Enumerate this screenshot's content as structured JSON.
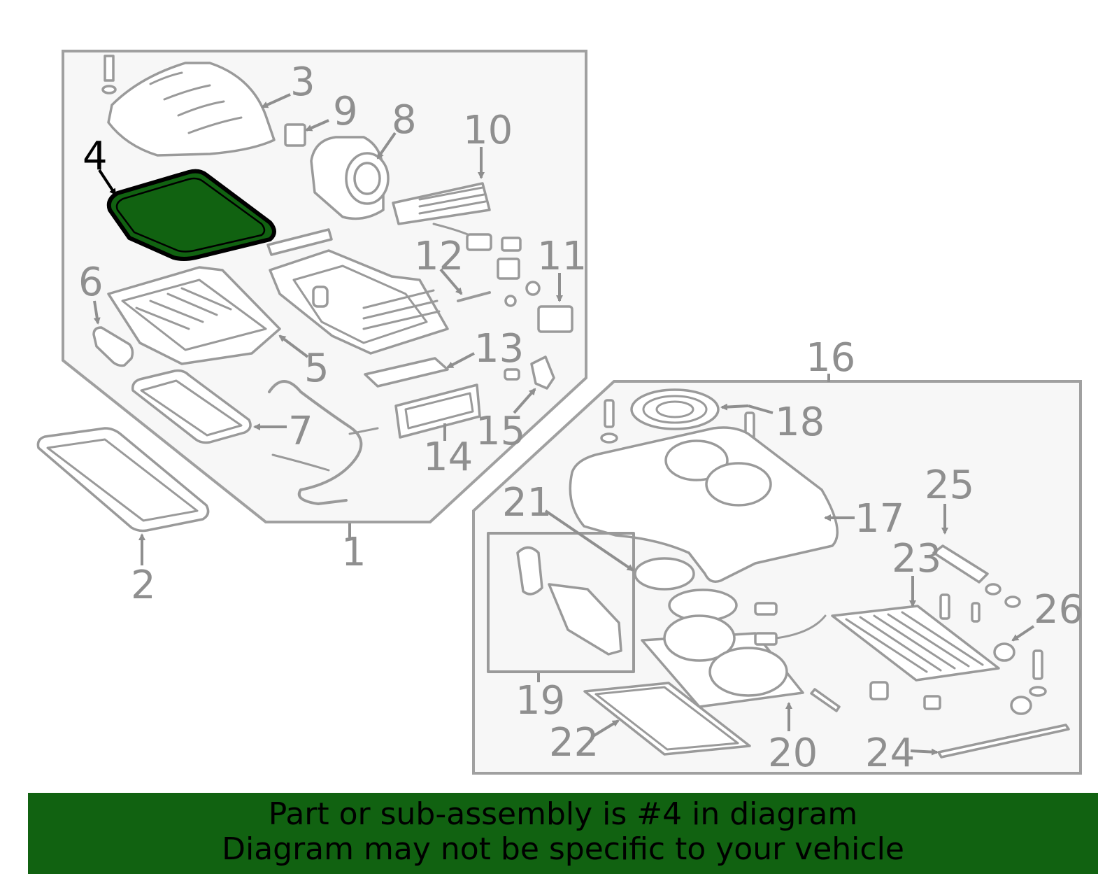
{
  "callouts": [
    "1",
    "2",
    "3",
    "4",
    "5",
    "6",
    "7",
    "8",
    "9",
    "10",
    "11",
    "12",
    "13",
    "14",
    "15",
    "16",
    "17",
    "18",
    "19",
    "20",
    "21",
    "22",
    "23",
    "24",
    "25",
    "26"
  ],
  "highlighted_callout": "4",
  "colors": {
    "highlight": "#116211",
    "line": "#9a9a9a",
    "label": "#8f8f8f",
    "panel": "#f7f7f7"
  },
  "banner": {
    "line1": "Part or sub-assembly is #4 in diagram",
    "line2": "Diagram may not be specific to your vehicle"
  }
}
